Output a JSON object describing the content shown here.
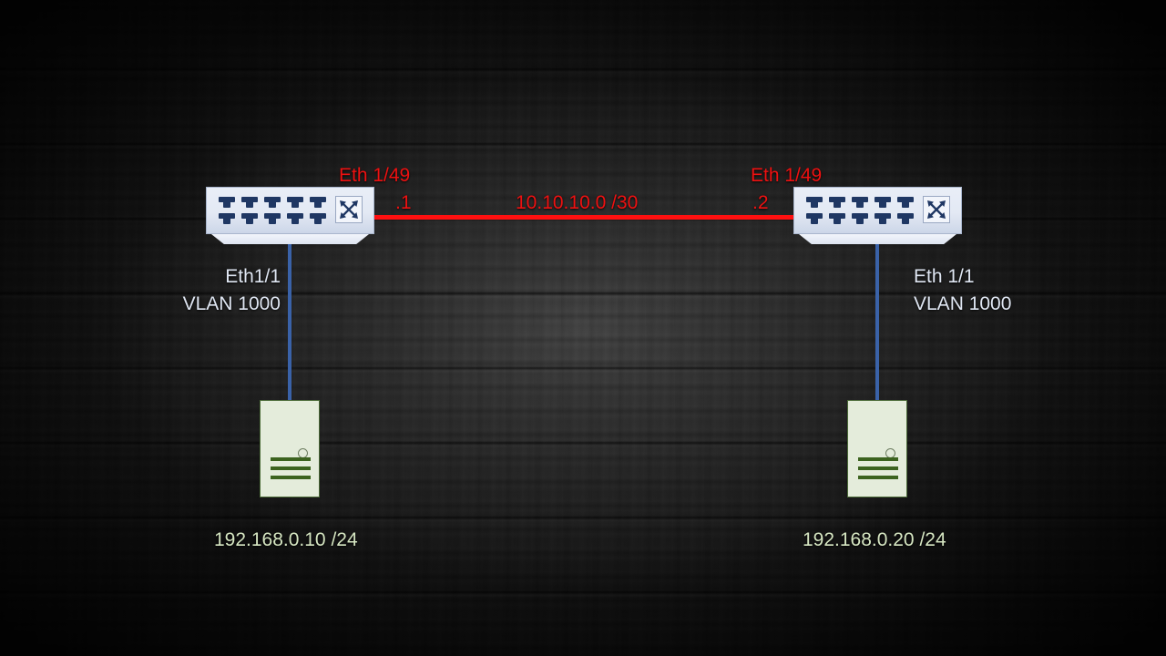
{
  "diagram": {
    "title": "Inter-switch routed link network topology",
    "background": "dark-wood",
    "colors": {
      "link_red": "#ff1010",
      "link_blue": "#3a62a8",
      "label_red": "#ee1111",
      "label_blue": "#dfe6f2",
      "label_green": "#d6e6c2",
      "switch_body": "#e3e9f4",
      "switch_port": "#1f3763",
      "server_body": "#e4ecdb",
      "server_border": "#4b6b38",
      "server_bar": "#3c631f"
    },
    "devices": {
      "switch_left": {
        "name": "left-switch",
        "port_count": 10,
        "icon": "switch-crossed-arrows-icon"
      },
      "switch_right": {
        "name": "right-switch",
        "port_count": 10,
        "icon": "switch-crossed-arrows-icon"
      },
      "server_left": {
        "name": "left-server",
        "icon": "server-icon"
      },
      "server_right": {
        "name": "right-server",
        "icon": "server-icon"
      }
    },
    "labels": {
      "uplink_left_interface": "Eth 1/49",
      "uplink_left_address": ".1",
      "uplink_subnet": "10.10.10.0 /30",
      "uplink_right_address": ".2",
      "uplink_right_interface": "Eth 1/49",
      "access_left_interface": "Eth1/1",
      "access_left_vlan": "VLAN 1000",
      "access_right_interface": "Eth 1/1",
      "access_right_vlan": "VLAN 1000",
      "host_left_ip": "192.168.0.10 /24",
      "host_right_ip": "192.168.0.20 /24"
    }
  }
}
